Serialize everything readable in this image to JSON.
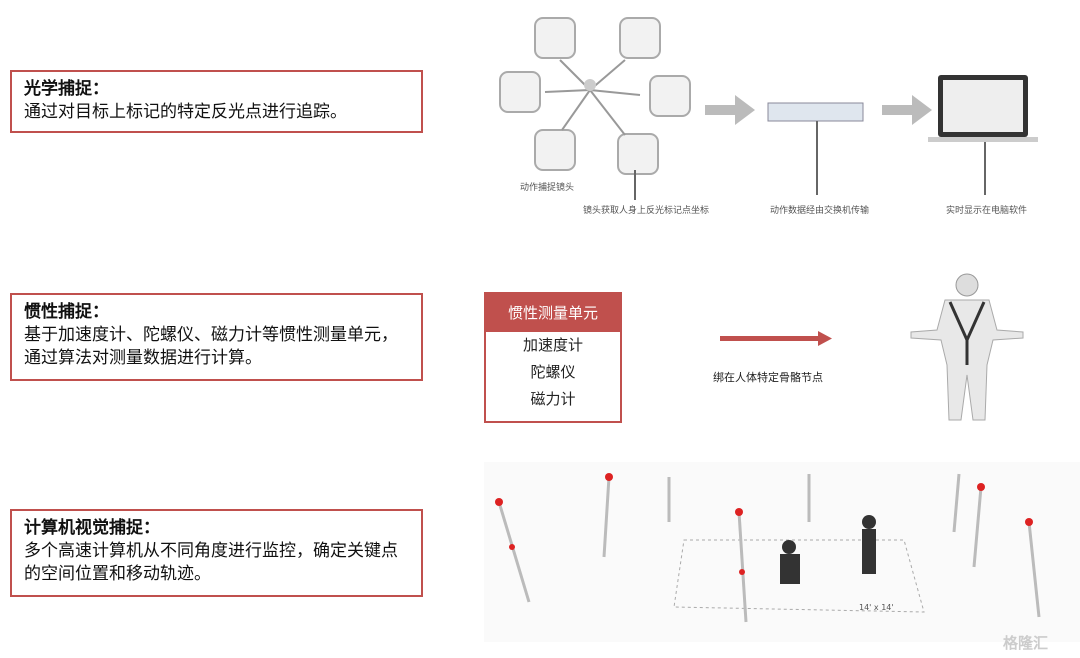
{
  "sections": [
    {
      "title": "光学捕捉：",
      "desc": "通过对目标上标记的特定反光点进行追踪。"
    },
    {
      "title": "惯性捕捉：",
      "desc": "基于加速度计、陀螺仪、磁力计等惯性测量单元，通过算法对测量数据进行计算。"
    },
    {
      "title": "计算机视觉捕捉：",
      "desc": "多个高速计算机从不同角度进行监控，确定关键点的空间位置和移动轨迹。"
    }
  ],
  "optical": {
    "captions": [
      "动作捕捉镜头",
      "镜头获取人身上反光标记点坐标",
      "动作数据经由交换机传输",
      "实时显示在电脑软件"
    ]
  },
  "inertial": {
    "header": "惯性测量单元",
    "items": [
      "加速度计",
      "陀螺仪",
      "磁力计"
    ],
    "arrow_label": "绑在人体特定骨骼节点"
  },
  "vision": {
    "floor_label": "14' x 14'"
  },
  "watermark": "格隆汇",
  "colors": {
    "accent": "#c0504d"
  }
}
